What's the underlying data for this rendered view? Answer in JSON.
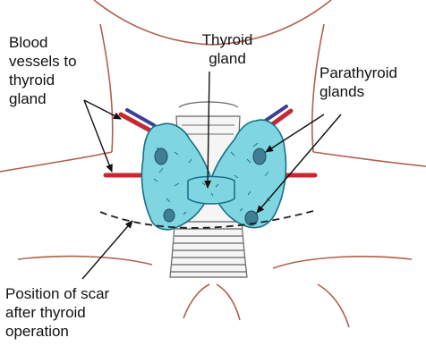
{
  "labels": {
    "blood_vessels": "Blood\nvessels to\nthyroid\ngland",
    "thyroid_gland": "Thyroid\ngland",
    "parathyroid_glands": "Parathyroid\nglands",
    "scar_position": "Position of scar\nafter thyroid\noperation"
  },
  "colors": {
    "thyroid": "#7fd6e0",
    "thyroid_outline": "#1a6f88",
    "parathyroid": "#3e7f95",
    "artery": "#c62833",
    "vein": "#3b3f97",
    "skin_line": "#b05f4e"
  }
}
